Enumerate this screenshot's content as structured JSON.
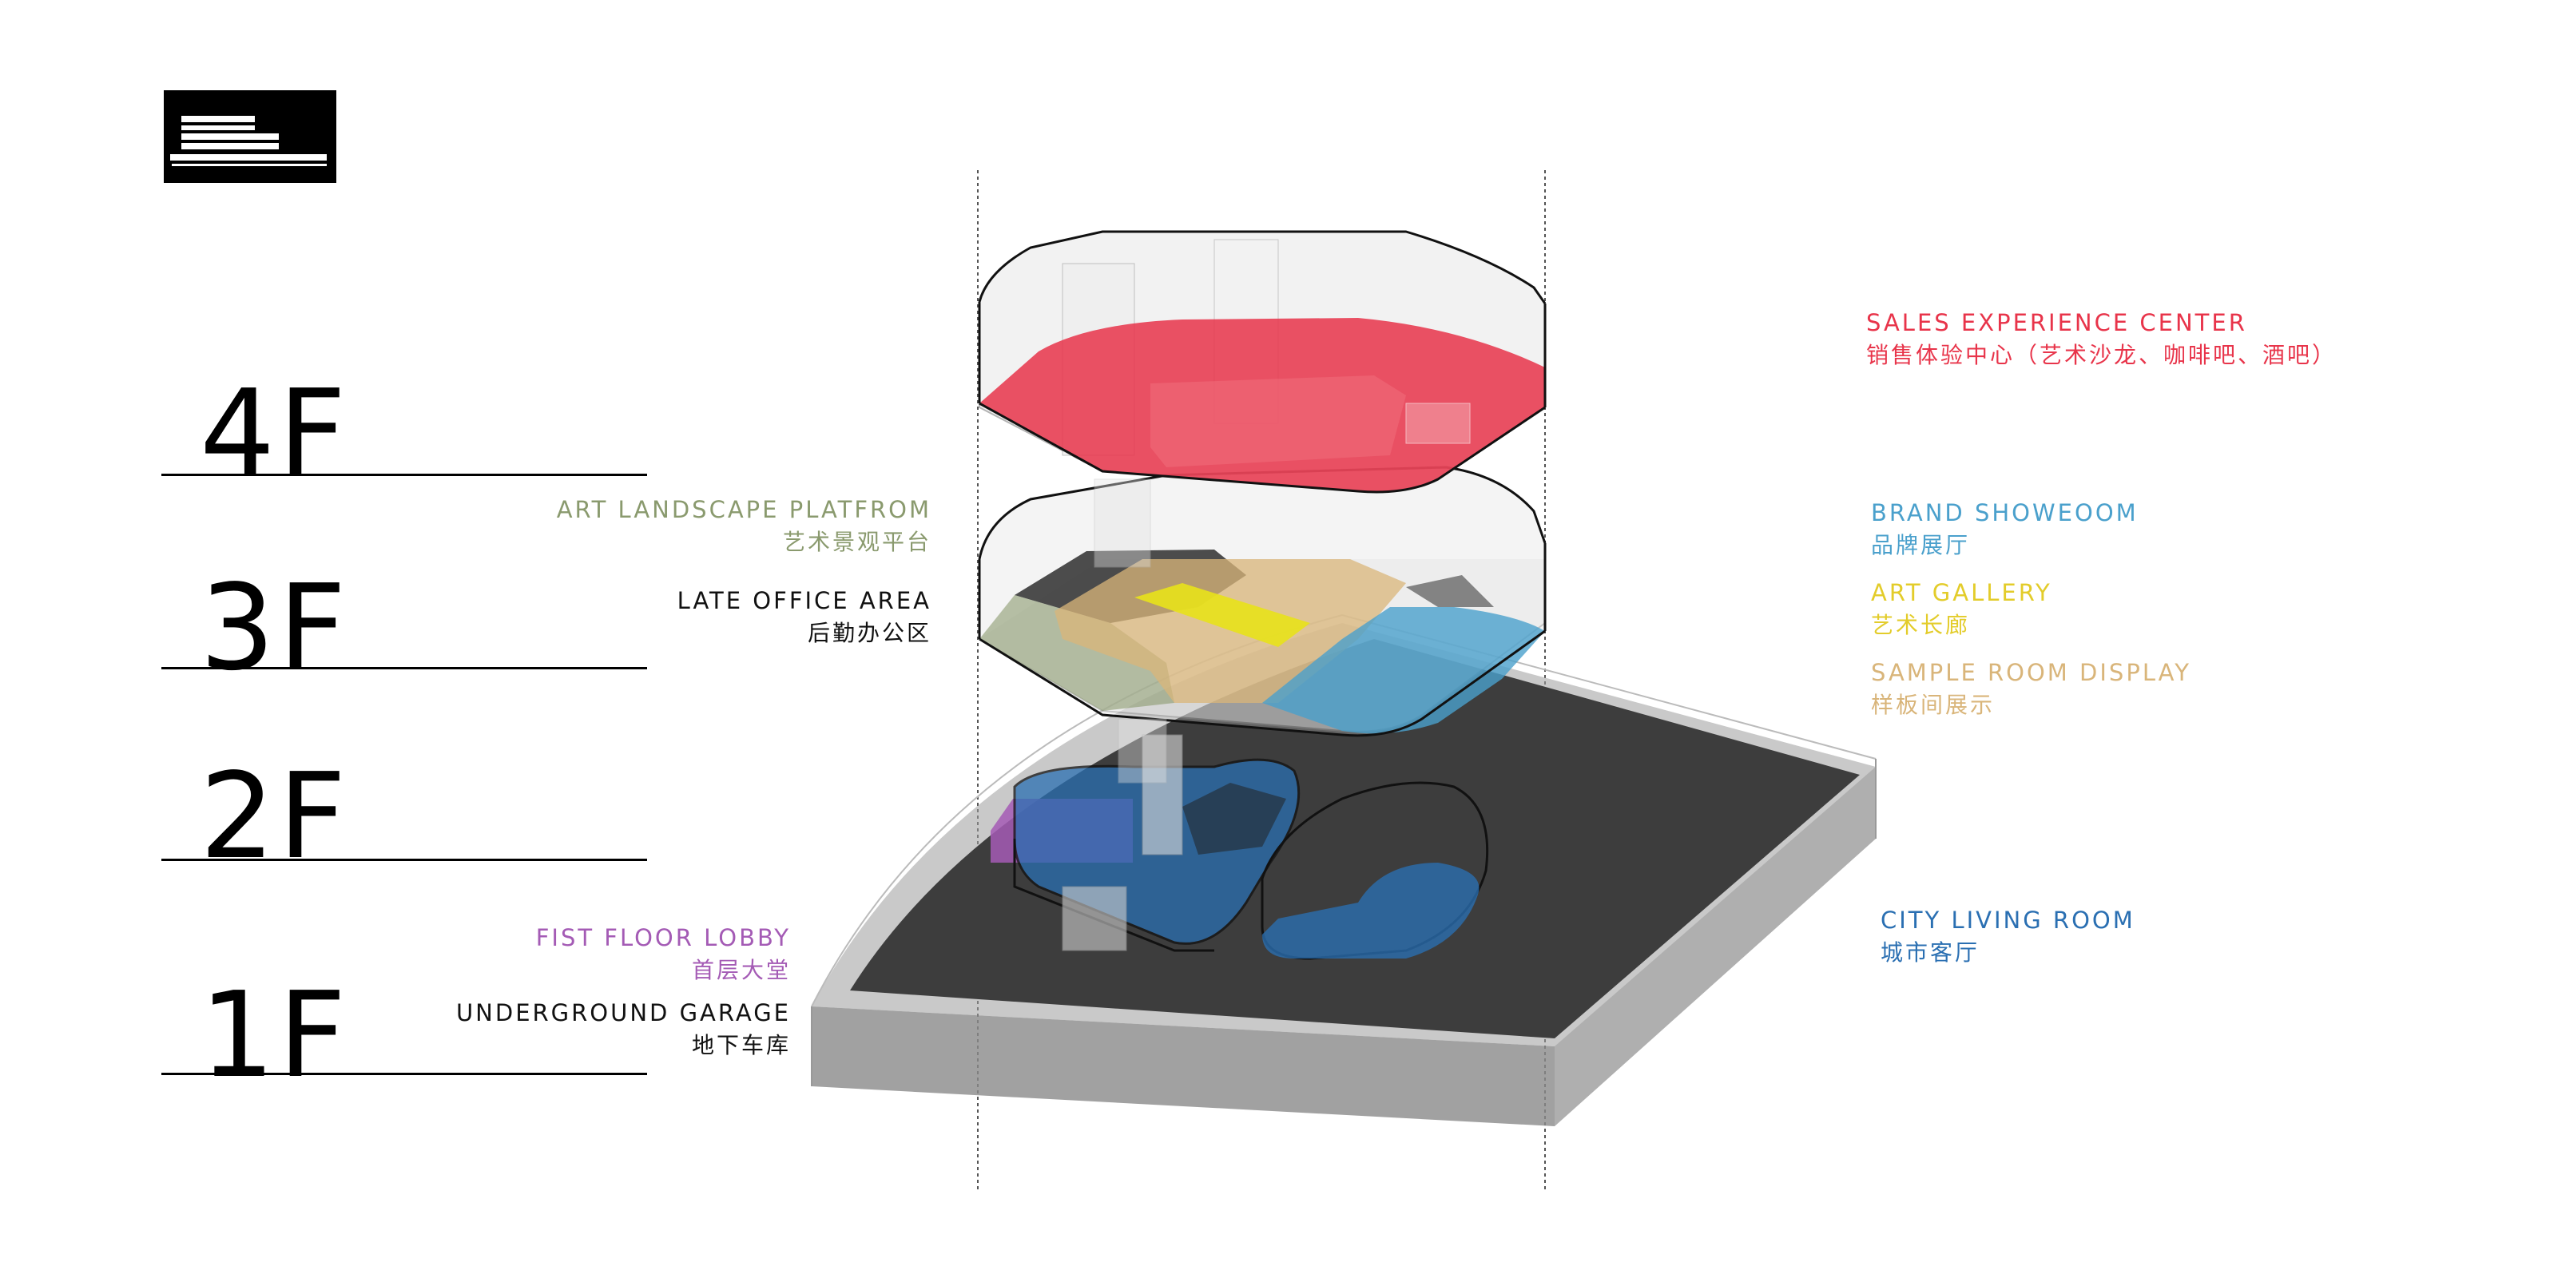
{
  "floors": {
    "f4": "4F",
    "f3": "3F",
    "f2": "2F",
    "f1": "1F"
  },
  "labels": {
    "sales": {
      "en": "SALES EXPERIENCE CENTER",
      "zh": "销售体验中心（艺术沙龙、咖啡吧、酒吧）"
    },
    "brand": {
      "en": "BRAND SHOWEOOM",
      "zh": "品牌展厅"
    },
    "gallery": {
      "en": "ART GALLERY",
      "zh": "艺术长廊"
    },
    "sample": {
      "en": "SAMPLE ROOM DISPLAY",
      "zh": "样板间展示"
    },
    "city": {
      "en": "CITY LIVING ROOM",
      "zh": "城市客厅"
    },
    "landscape": {
      "en": "ART LANDSCAPE PLATFROM",
      "zh": "艺术景观平台"
    },
    "office": {
      "en": "LATE OFFICE AREA",
      "zh": "后勤办公区"
    },
    "lobby": {
      "en": "FIST FLOOR LOBBY",
      "zh": "首层大堂"
    },
    "garage": {
      "en": "UNDERGROUND GARAGE",
      "zh": "地下车库"
    }
  },
  "colors": {
    "sales": "#e8344a",
    "brand": "#4aa0cc",
    "gallery": "#e8c81a",
    "sample": "#d9b57a",
    "city": "#2a6fb2",
    "landscape": "#8a9a6e",
    "office": "#222222",
    "lobby": "#a45bb5",
    "garage": "#000000",
    "slab": "#3d3d3d"
  }
}
